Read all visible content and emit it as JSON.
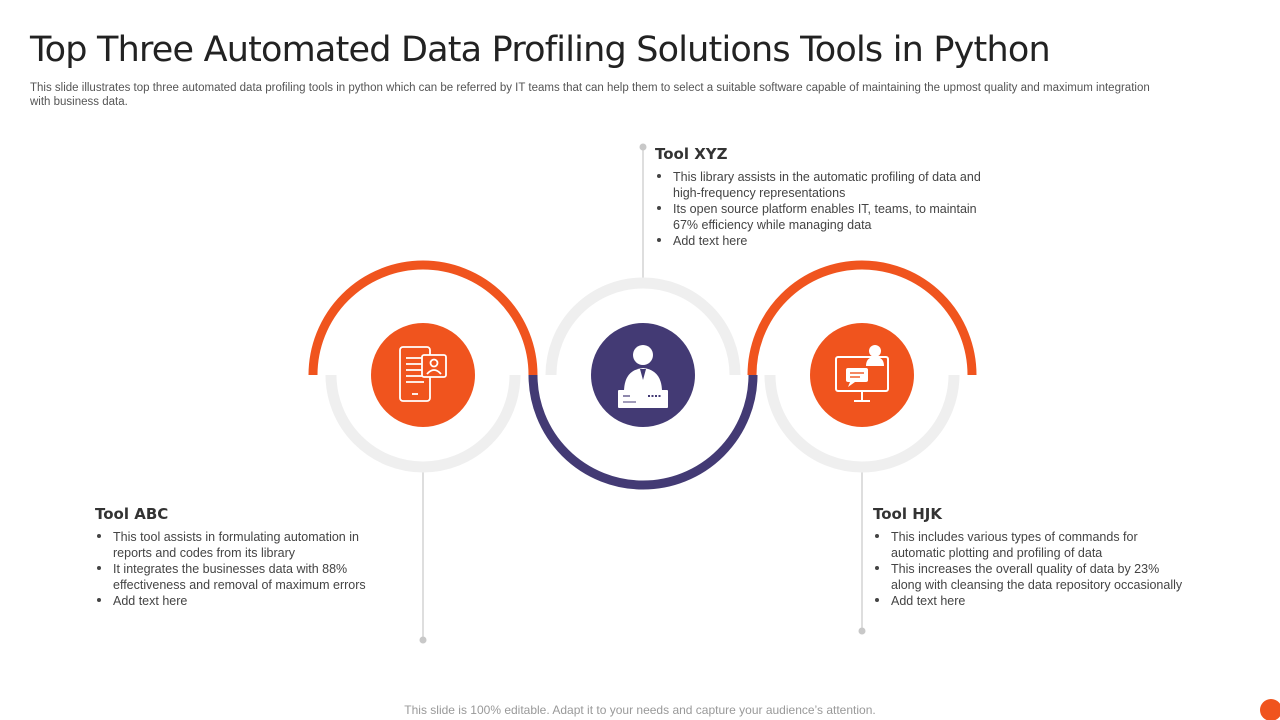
{
  "slide": {
    "title": "Top Three Automated Data Profiling Solutions Tools in Python",
    "subtitle": "This slide illustrates top three automated data profiling tools in python which can be referred by IT teams that can help them to select a suitable software capable of maintaining the upmost quality and maximum integration with business data.",
    "footer": "This slide is 100% editable. Adapt it to your needs and capture your audience’s attention."
  },
  "colors": {
    "orange": "#f0541e",
    "purple": "#433a74",
    "ring_gray": "#efefef",
    "line_gray": "#c8c8c8"
  },
  "tools": {
    "xyz": {
      "title": "Tool XYZ",
      "icon": "user-login-icon",
      "bullets": [
        "This library assists in the automatic profiling of data and high-frequency representations",
        "Its open source platform enables IT, teams, to maintain 67% efficiency while managing data",
        "Add text here"
      ]
    },
    "abc": {
      "title": "Tool ABC",
      "icon": "mobile-profile-icon",
      "bullets": [
        "This tool assists in formulating automation in reports and codes from its library",
        "It integrates the businesses data with 88% effectiveness and removal of maximum errors",
        "Add text here"
      ]
    },
    "hjk": {
      "title": "Tool HJK",
      "icon": "monitor-chat-icon",
      "bullets": [
        "This includes various types of commands for automatic plotting and profiling of data",
        "This increases the overall quality of data by 23% along with cleansing the data repository occasionally",
        "Add text here"
      ]
    }
  }
}
